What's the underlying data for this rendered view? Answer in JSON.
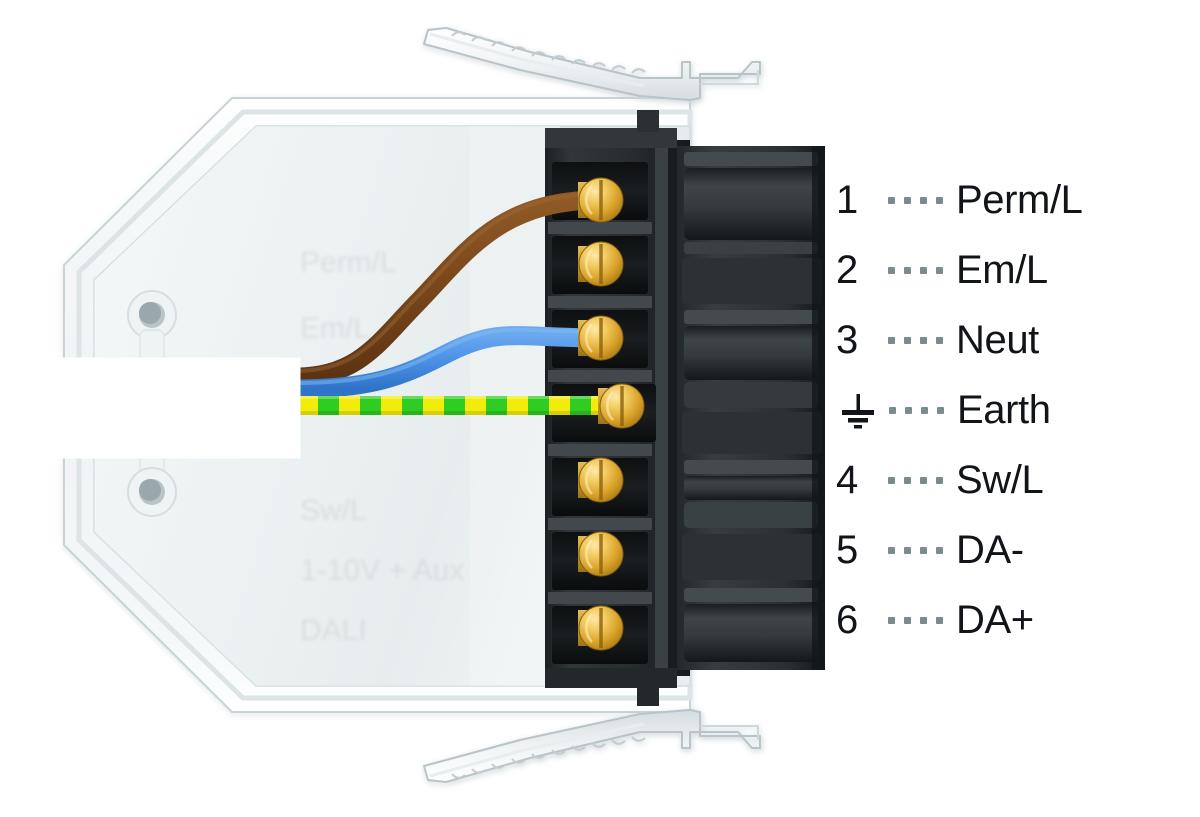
{
  "document": {
    "type": "wiring-diagram",
    "subject": "7-way screw terminal block with DALI connections",
    "background_color": "#ffffff"
  },
  "colors": {
    "wire_live_brown": "#7d4a1d",
    "wire_neutral_blue": "#4d94e8",
    "wire_earth_green": "#2fcc22",
    "wire_earth_yellow": "#f2ec0a",
    "terminal_body_black": "#2b2f31",
    "screw_brass": "#d9a32a",
    "housing_white": "#f4f7f8",
    "housing_interior": "#e2e9ea",
    "text_black": "#111418",
    "leader_dot_grey": "#7b8a8c"
  },
  "housing": {
    "name": "white plastic gear tray enclosure",
    "clip_top_label": "spring retaining clip",
    "clip_bottom_label": "spring retaining clip",
    "boss_count": 2
  },
  "cable": {
    "entry_label_block": "",
    "wires": [
      {
        "name": "live",
        "color_name": "brown",
        "terminal": 1
      },
      {
        "name": "neutral",
        "color_name": "blue",
        "terminal": 3
      },
      {
        "name": "earth",
        "color_name": "green/yellow",
        "terminal": "earth"
      }
    ]
  },
  "terminal_block": {
    "way_count": 7,
    "screw_type": "slotted brass screw"
  },
  "legend": {
    "leader_dot_count": 4,
    "rows": [
      {
        "key": "1",
        "label": "Perm/L",
        "is_earth": false
      },
      {
        "key": "2",
        "label": "Em/L",
        "is_earth": false
      },
      {
        "key": "3",
        "label": "Neut",
        "is_earth": false
      },
      {
        "key": "",
        "label": "Earth",
        "is_earth": true
      },
      {
        "key": "4",
        "label": "Sw/L",
        "is_earth": false
      },
      {
        "key": "5",
        "label": "DA-",
        "is_earth": false
      },
      {
        "key": "6",
        "label": "DA+",
        "is_earth": false
      }
    ]
  }
}
